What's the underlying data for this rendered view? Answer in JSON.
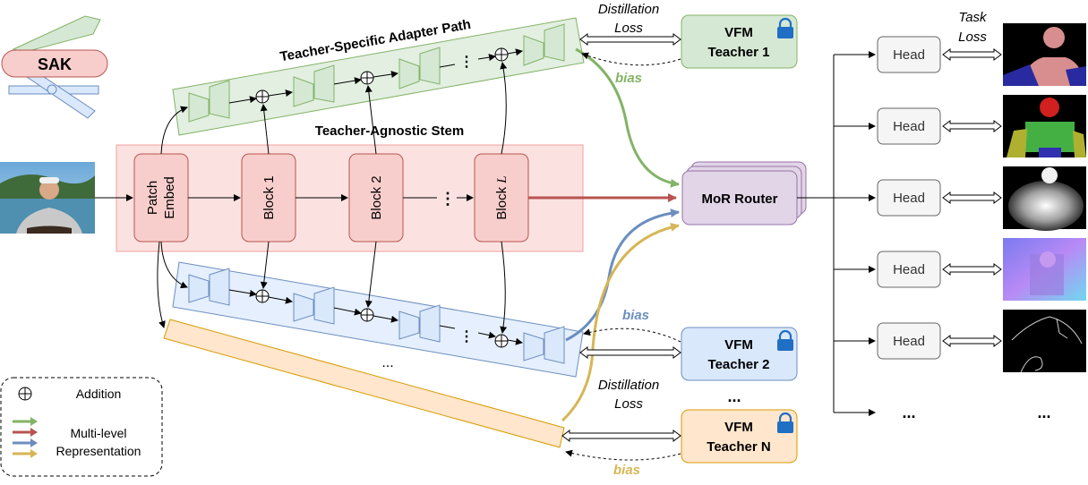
{
  "logo": {
    "text": "SAK"
  },
  "teacher_specific": {
    "label": "Teacher-Specific Adapter Path"
  },
  "teacher_agnostic": {
    "label": "Teacher-Agnostic Stem"
  },
  "stem": {
    "patch_embed": [
      "Patch",
      "Embed"
    ],
    "blocks": [
      "Block 1",
      "Block 2"
    ],
    "last_block_prefix": "Block ",
    "last_block_symbol": "L",
    "dots": "⋮"
  },
  "router": {
    "label": "MoR Router"
  },
  "teachers": [
    {
      "line1": "VFM",
      "line2": "Teacher 1",
      "fill": "#d5e8d4",
      "stroke": "#82b366"
    },
    {
      "line1": "VFM",
      "line2": "Teacher 2",
      "fill": "#dae8fc",
      "stroke": "#6c8ebf"
    },
    {
      "line1": "VFM",
      "line2": "Teacher N",
      "fill": "#ffe6cc",
      "stroke": "#d79b00"
    }
  ],
  "teacher_ellipsis": "...",
  "adapter_ellipsis": "...",
  "distillation_loss": [
    "Distillation",
    "Loss"
  ],
  "bias_label": "bias",
  "task_loss": [
    "Task",
    "Loss"
  ],
  "heads": [
    "Head",
    "Head",
    "Head",
    "Head",
    "Head"
  ],
  "head_ellipsis": "...",
  "output_ellipsis": "...",
  "legend": {
    "addition": "Addition",
    "multilevel": [
      "Multi-level",
      "Representation"
    ],
    "colors": [
      "#82b366",
      "#b85450",
      "#6c8ebf",
      "#d6b656"
    ]
  },
  "colors": {
    "green": "#82b366",
    "red": "#b85450",
    "blue": "#6c8ebf",
    "gold": "#d6b656",
    "lock": "#1f6fc5"
  }
}
